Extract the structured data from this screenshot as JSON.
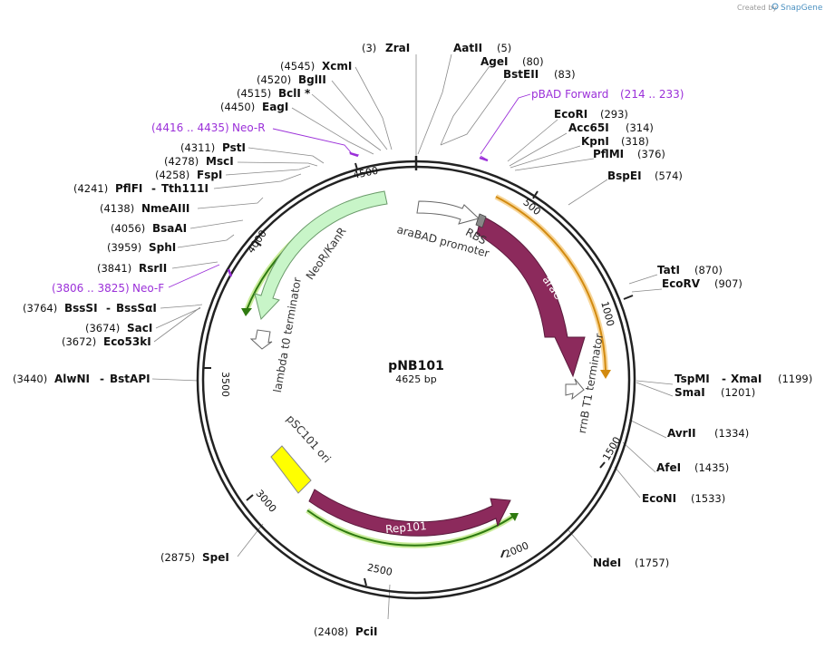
{
  "credit": {
    "created_by": "Created by",
    "brand": "SnapGene"
  },
  "plasmid": {
    "name": "pNB101",
    "length": 4625,
    "length_label": "4625 bp"
  },
  "tick_labels": [
    "500",
    "1000",
    "1500",
    "2000",
    "2500",
    "3000",
    "3500",
    "4000",
    "4500"
  ],
  "enzymes": [
    {
      "name": "ZraI",
      "pos": "(3)"
    },
    {
      "name": "AatII",
      "pos": "(5)"
    },
    {
      "name": "AgeI",
      "pos": "(80)"
    },
    {
      "name": "BstEII",
      "pos": "(83)"
    },
    {
      "name": "EcoRI",
      "pos": "(293)"
    },
    {
      "name": "Acc65I",
      "pos": "(314)"
    },
    {
      "name": "KpnI",
      "pos": "(318)"
    },
    {
      "name": "PflMI",
      "pos": "(376)"
    },
    {
      "name": "BspEI",
      "pos": "(574)"
    },
    {
      "name": "TatI",
      "pos": "(870)"
    },
    {
      "name": "EcoRV",
      "pos": "(907)"
    },
    {
      "name": "TspMI",
      "name2": "XmaI",
      "pos": "(1199)"
    },
    {
      "name": "SmaI",
      "pos": "(1201)"
    },
    {
      "name": "AvrII",
      "pos": "(1334)"
    },
    {
      "name": "AfeI",
      "pos": "(1435)"
    },
    {
      "name": "EcoNI",
      "pos": "(1533)"
    },
    {
      "name": "NdeI",
      "pos": "(1757)"
    },
    {
      "name": "PciI",
      "pos": "(2408)"
    },
    {
      "name": "SpeI",
      "pos": "(2875)"
    },
    {
      "name": "AlwNI",
      "name2": "BstAPI",
      "pos": "(3440)"
    },
    {
      "name": "Eco53kI",
      "pos": "(3672)"
    },
    {
      "name": "SacI",
      "pos": "(3674)"
    },
    {
      "name": "BssSI",
      "name2": "BssSαI",
      "pos": "(3764)"
    },
    {
      "name": "RsrII",
      "pos": "(3841)"
    },
    {
      "name": "SphI",
      "pos": "(3959)"
    },
    {
      "name": "BsaAI",
      "pos": "(4056)"
    },
    {
      "name": "NmeAIII",
      "pos": "(4138)"
    },
    {
      "name": "PflFI",
      "name2": "Tth111I",
      "pos": "(4241)"
    },
    {
      "name": "FspI",
      "pos": "(4258)"
    },
    {
      "name": "MscI",
      "pos": "(4278)"
    },
    {
      "name": "PstI",
      "pos": "(4311)"
    },
    {
      "name": "EagI",
      "pos": "(4450)"
    },
    {
      "name": "BclI *",
      "pos": "(4515)"
    },
    {
      "name": "BglII",
      "pos": "(4520)"
    },
    {
      "name": "XcmI",
      "pos": "(4545)"
    }
  ],
  "primers": [
    {
      "name": "pBAD Forward",
      "range": "(214 .. 233)"
    },
    {
      "name": "Neo-R",
      "range": "(4416 .. 4435)"
    },
    {
      "name": "Neo-F",
      "range": "(3806 .. 3825)"
    }
  ],
  "features": {
    "araC": "araC",
    "rbs": "RBS",
    "araBAD": "araBAD promoter",
    "rrnB": "rrnB T1 terminator",
    "rep101": "Rep101",
    "psc101": "pSC101 ori",
    "neo": "NeoR/KanR",
    "lambda": "lambda t0 terminator"
  },
  "colors": {
    "backbone": "#222222",
    "araC": "#8c2a5c",
    "rep101": "#8c2a5c",
    "orf_orange": "#f0a830",
    "orf_green": "#4a9c1a",
    "neo": "#c8f5c8",
    "ori": "#ffff00",
    "primer": "#9b30d9"
  }
}
